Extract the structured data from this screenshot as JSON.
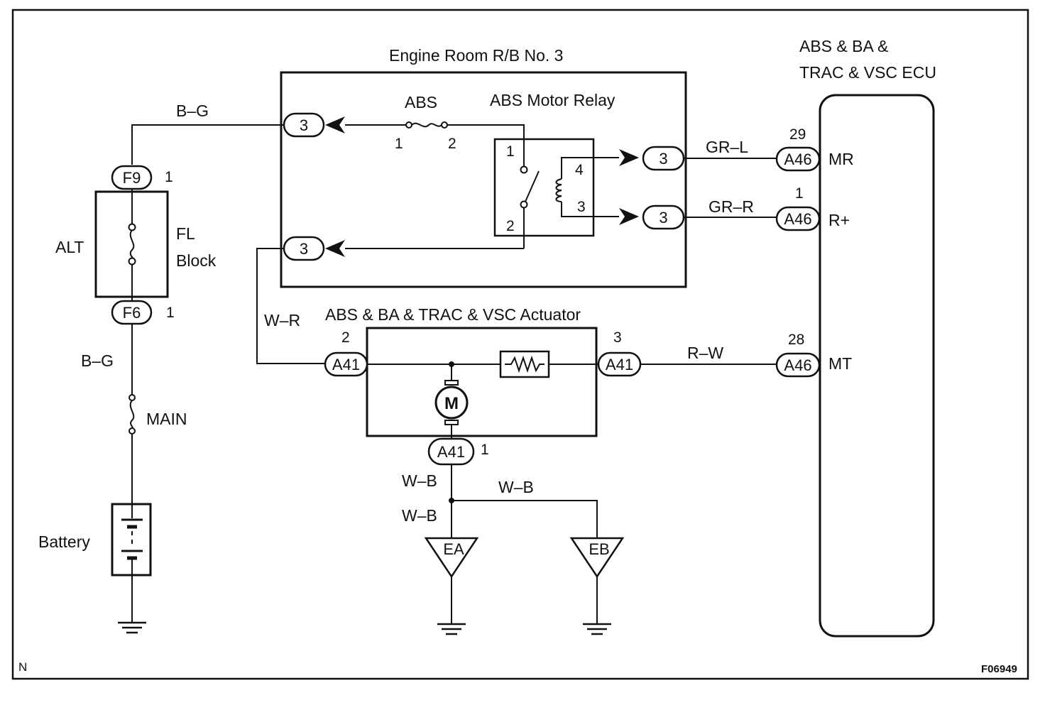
{
  "labels": {
    "relay_block": "Engine Room R/B No. 3",
    "ecu_line1": "ABS & BA &",
    "ecu_line2": "TRAC & VSC ECU",
    "fuse_abs": "ABS",
    "motor_relay": "ABS Motor Relay",
    "actuator": "ABS & BA & TRAC & VSC Actuator",
    "alt": "ALT",
    "fl_line1": "FL",
    "fl_line2": "Block",
    "main": "MAIN",
    "battery": "Battery",
    "motor": "M",
    "corner_left": "N",
    "figure_code": "F06949"
  },
  "wires": {
    "bg_top": "B–G",
    "bg_bottom": "B–G",
    "wr": "W–R",
    "grl": "GR–L",
    "grr": "GR–R",
    "rw": "R–W",
    "wb_1": "W–B",
    "wb_2": "W–B",
    "wb_3": "W–B"
  },
  "connectors": {
    "f9": "F9",
    "f6": "F6",
    "rb_top": "3",
    "rb_bottom": "3",
    "rb_right_1": "3",
    "rb_right_2": "3",
    "a46_mr": "A46",
    "a46_rp": "A46",
    "a46_mt": "A46",
    "a41_left": "A41",
    "a41_right": "A41",
    "a41_bottom": "A41"
  },
  "pins": {
    "f9": "1",
    "f6": "1",
    "fuse_1": "1",
    "fuse_2": "2",
    "relay_1": "1",
    "relay_2": "2",
    "relay_3": "3",
    "relay_4": "4",
    "a46_mr": "29",
    "a46_rp": "1",
    "a46_mt": "28",
    "a41_left": "2",
    "a41_right": "3",
    "a41_bottom": "1"
  },
  "terminals": {
    "mr": "MR",
    "rp": "R+",
    "mt": "MT"
  },
  "grounds": {
    "ea": "EA",
    "eb": "EB"
  }
}
